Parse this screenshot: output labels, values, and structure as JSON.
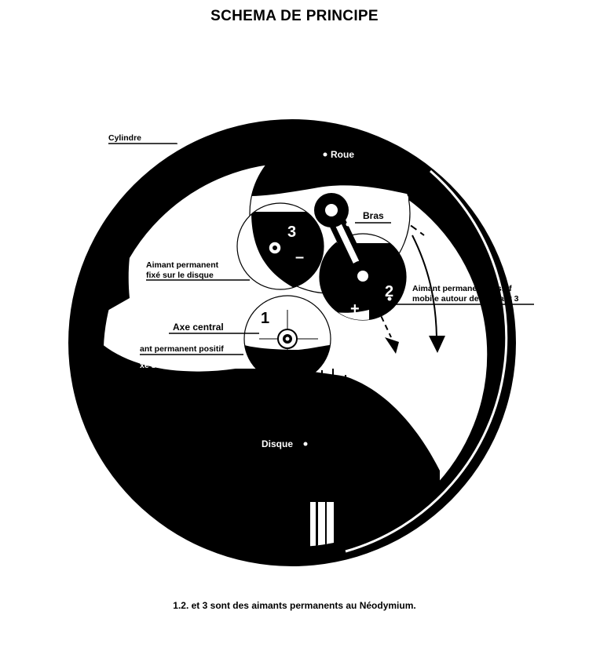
{
  "title": "SCHEMA DE PRINCIPE",
  "labels": {
    "cylindre": "Cylindre",
    "roue": "Roue",
    "bras": "Bras",
    "fixed_magnet_line1": "Aimant permanent",
    "fixed_magnet_line2": "fixé sur le disque",
    "mobile_magnet_line1": "Aimant permanent positif",
    "mobile_magnet_line2": "mobile autour de l'aimant 3",
    "axe_central": "Axe central",
    "axis_magnet_line1": "ant permanent positif",
    "axis_magnet_line2": "xe sur l'axe central",
    "disque": "Disque"
  },
  "magnets": {
    "m1": "1",
    "m2": "2",
    "m3": "3",
    "minus": "–",
    "plus": "+"
  },
  "footnote": "1.2. et 3 sont des aimants permanents au Néodymium.",
  "colors": {
    "ink": "#000000",
    "paper": "#ffffff"
  }
}
